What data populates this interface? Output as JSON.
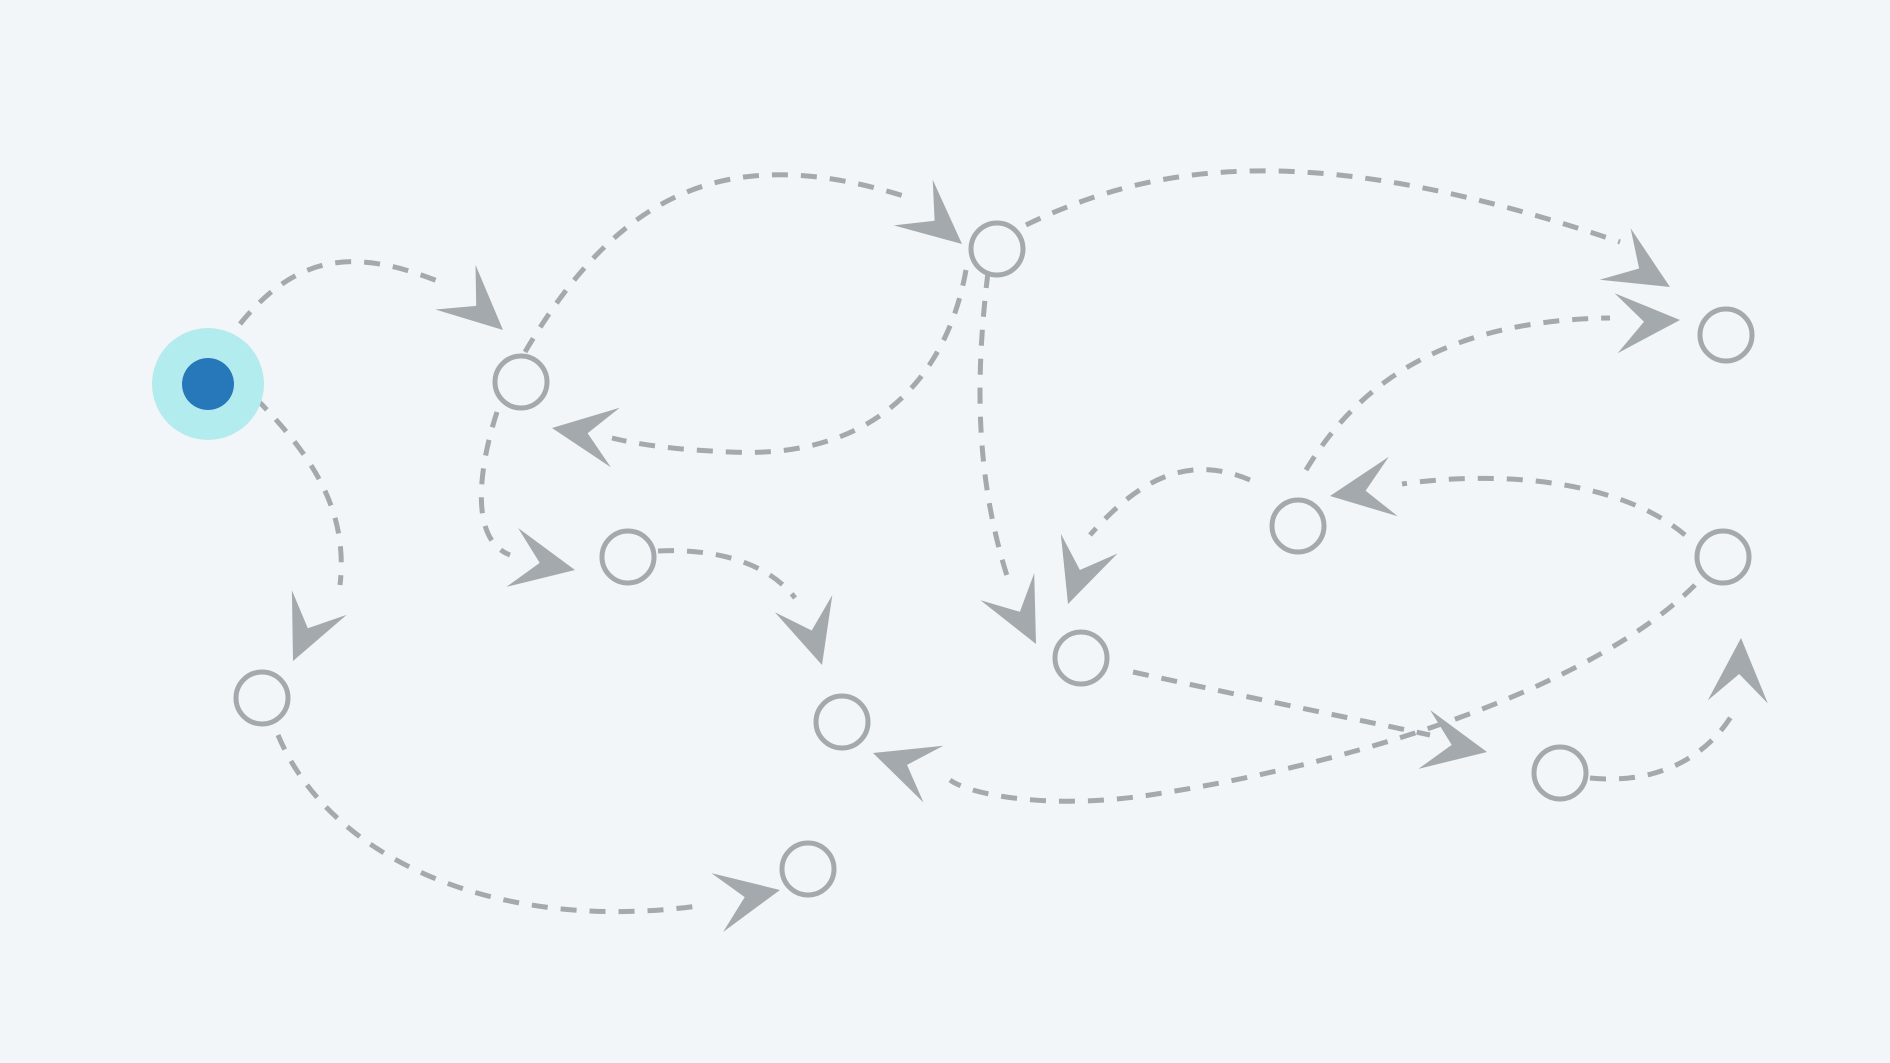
{
  "colors": {
    "background": "#f2f6f9",
    "edge": "#a3a9ad",
    "arrowhead": "#a3a9ad",
    "node_stroke": "#a3a9ad",
    "node_fill": "#f2f6f9",
    "active_node_fill": "#2777bb",
    "active_node_halo": "#b3ecee"
  },
  "diagram": {
    "kind": "directed-graph",
    "edge_style": "dashed-curved",
    "arrowhead": "swept-triangle",
    "active_node": "n0",
    "nodes": [
      {
        "id": "n0",
        "label": ""
      },
      {
        "id": "n1",
        "label": ""
      },
      {
        "id": "n2",
        "label": ""
      },
      {
        "id": "n3",
        "label": ""
      },
      {
        "id": "n4",
        "label": ""
      },
      {
        "id": "n5",
        "label": ""
      },
      {
        "id": "n6",
        "label": ""
      },
      {
        "id": "n7",
        "label": ""
      },
      {
        "id": "n8",
        "label": ""
      },
      {
        "id": "n9",
        "label": ""
      },
      {
        "id": "n10",
        "label": ""
      },
      {
        "id": "n11",
        "label": ""
      }
    ],
    "edges": [
      {
        "from": "n0",
        "to": "n1"
      },
      {
        "from": "n0",
        "to": "n2"
      },
      {
        "from": "n2",
        "to": "n3"
      },
      {
        "from": "n1",
        "to": "n4"
      },
      {
        "from": "n1",
        "to": "n5"
      },
      {
        "from": "n5",
        "to": "n6"
      },
      {
        "from": "n4",
        "to": "n7"
      },
      {
        "from": "n4",
        "to": "n8"
      },
      {
        "from": "n4",
        "to": "n1"
      },
      {
        "from": "n9",
        "to": "n8"
      },
      {
        "from": "n9",
        "to": "n10"
      },
      {
        "from": "n11",
        "to": "n9"
      },
      {
        "from": "n11",
        "to": "n6"
      },
      {
        "from": "n7",
        "to": "n12"
      },
      {
        "from": "n13",
        "to": "n11"
      }
    ]
  }
}
